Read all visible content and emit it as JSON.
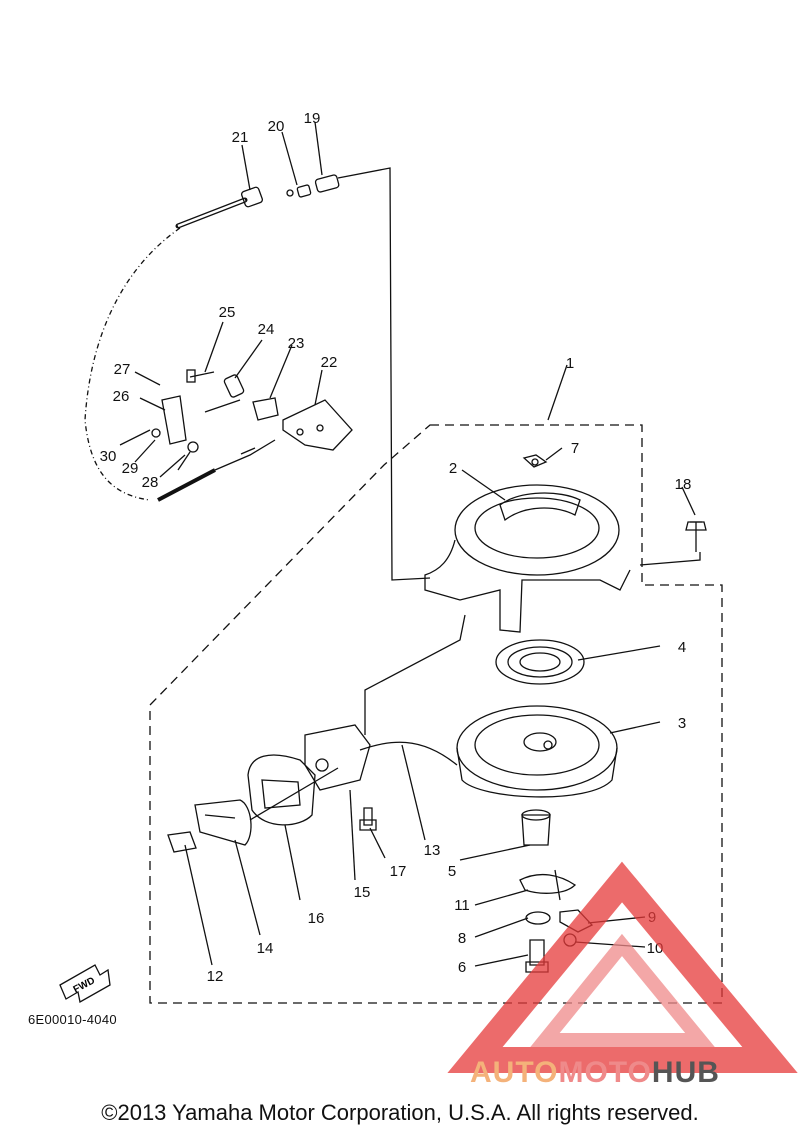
{
  "diagram": {
    "callouts": [
      "1",
      "2",
      "3",
      "4",
      "5",
      "6",
      "7",
      "8",
      "9",
      "10",
      "11",
      "12",
      "13",
      "14",
      "15",
      "16",
      "17",
      "18",
      "19",
      "20",
      "21",
      "22",
      "23",
      "24",
      "25",
      "26",
      "27",
      "28",
      "29",
      "30"
    ],
    "direction_label": "FWD",
    "reference_code": "6E00010-4040"
  },
  "footer": {
    "copyright": "©2013 Yamaha Motor Corporation, U.S.A. All rights reserved."
  },
  "watermark": {
    "part1": "AUTO",
    "part2": "MOTO",
    "part3": "HUB",
    "colors": {
      "auto": "#f4b27a",
      "moto": "#ef8a8a",
      "hub": "#555555",
      "triangle": "#e63a3a"
    }
  }
}
